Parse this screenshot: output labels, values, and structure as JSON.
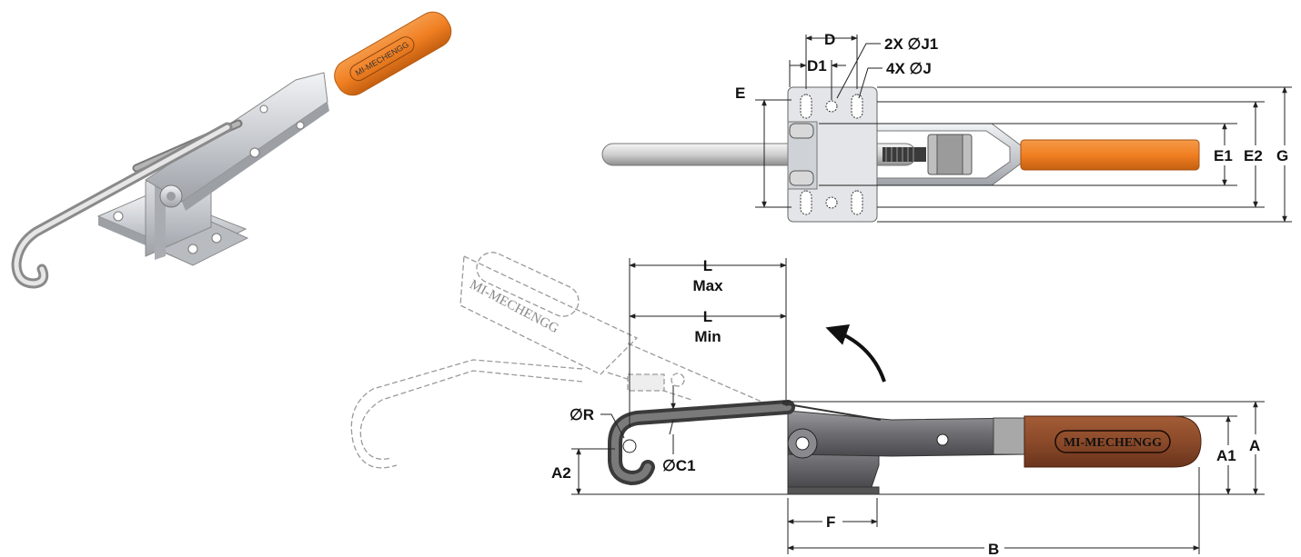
{
  "brand": "MI-MECHENGG",
  "colors": {
    "handle_orange": "#f07f22",
    "handle_brown": "#8b4a2a",
    "steel": "#c8ccd2",
    "dark_steel": "#6e6e72"
  },
  "top_view": {
    "labels": {
      "D": "D",
      "D1": "D1",
      "J1": "2X ∅J1",
      "J": "4X ∅J",
      "E": "E",
      "E1": "E1",
      "E2": "E2",
      "G": "G"
    }
  },
  "side_view": {
    "labels": {
      "L": "L",
      "Lmax": "Max",
      "Lmin": "Min",
      "R": "∅R",
      "C1": "∅C1",
      "A2": "A2",
      "A1": "A1",
      "A": "A",
      "F": "F",
      "B": "B"
    }
  }
}
